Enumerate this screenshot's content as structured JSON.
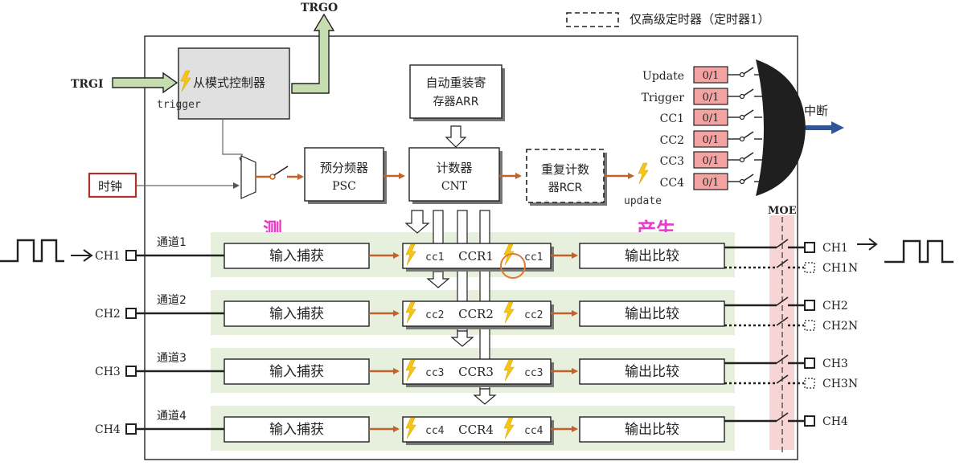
{
  "legend": {
    "text": "仅高级定时器（定时器1）"
  },
  "signals": {
    "trgo": "TRGO",
    "trgi": "TRGI",
    "trigger": "trigger",
    "update": "update",
    "moe": "MOE"
  },
  "blocks": {
    "slave_mode": "从模式控制器",
    "clock": "时钟",
    "arr_line1": "自动重装寄",
    "arr_line2": "存器ARR",
    "psc_line1": "预分频器",
    "psc_line2": "PSC",
    "cnt_line1": "计数器",
    "cnt_line2": "CNT",
    "rcr_line1": "重复计数",
    "rcr_line2": "器RCR"
  },
  "interrupt": {
    "label": "中断",
    "flag": "0/1",
    "sources": [
      "Update",
      "Trigger",
      "CC1",
      "CC2",
      "CC3",
      "CC4"
    ]
  },
  "annotations": {
    "measure": "测",
    "produce": "产生"
  },
  "channels": [
    {
      "name": "通道1",
      "pin": "CH1",
      "capture": "输入捕获",
      "ccr": "CCR1",
      "cc": "cc1",
      "compare": "输出比较",
      "out": "CH1",
      "outn": "CH1N"
    },
    {
      "name": "通道2",
      "pin": "CH2",
      "capture": "输入捕获",
      "ccr": "CCR2",
      "cc": "cc2",
      "compare": "输出比较",
      "out": "CH2",
      "outn": "CH2N"
    },
    {
      "name": "通道3",
      "pin": "CH3",
      "capture": "输入捕获",
      "ccr": "CCR3",
      "cc": "cc3",
      "compare": "输出比较",
      "out": "CH3",
      "outn": "CH3N"
    },
    {
      "name": "通道4",
      "pin": "CH4",
      "capture": "输入捕获",
      "ccr": "CCR4",
      "cc": "cc4",
      "compare": "输出比较",
      "out": "CH4",
      "outn": ""
    }
  ],
  "colors": {
    "orange_arrow": "#c0622a",
    "green_band": "#e6f0dc",
    "flag_fill": "#f4a3a3",
    "clock_border": "#b03030",
    "lightning": "#f5c518",
    "moe_band": "#f7d5d5",
    "annotation": "#e63cc8"
  }
}
